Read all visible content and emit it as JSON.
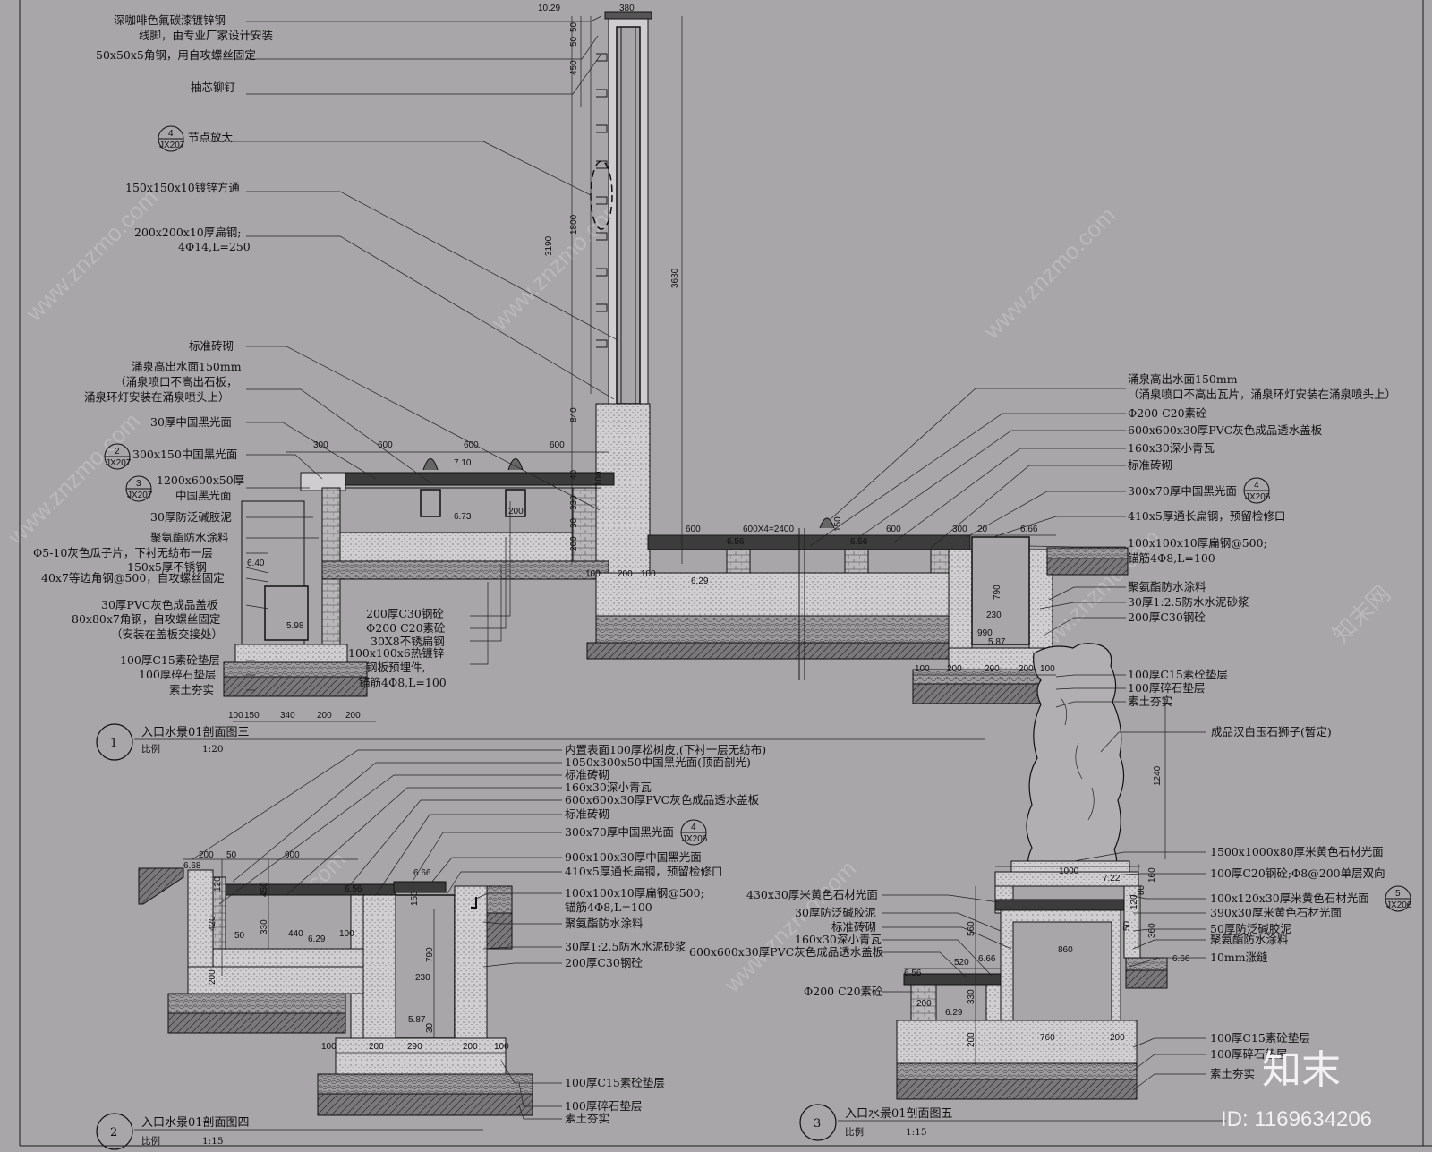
{
  "drawing": {
    "background": "#a8a6a8",
    "line_color": "#1a1a1a",
    "section1": {
      "number": "1",
      "title": "入口水景01剖面图三",
      "scale_label": "比例",
      "scale": "1:20",
      "left_labels": [
        "深咖啡色氟碳漆镀锌钢",
        "线脚，由专业厂家设计安装",
        "50x50x5角钢，用自攻螺丝固定",
        "抽芯铆钉",
        "节点放大",
        "150x150x10镀锌方通",
        "200x200x10厚扁钢;",
        "4Φ14,L=250",
        "标准砖砌",
        "涌泉高出水面150mm",
        "（涌泉喷口不高出石板，",
        "涌泉环灯安装在涌泉喷头上）",
        "30厚中国黑光面",
        "300x150中国黑光面",
        "1200x600x50厚",
        "中国黑光面",
        "30厚防泛碱胶泥",
        "聚氨酯防水涂料",
        "Φ5-10灰色瓜子片，下衬无纺布一层",
        "150x5厚不锈钢",
        "40x7等边角钢@500，自攻螺丝固定",
        "30厚PVC灰色成品盖板",
        "80x80x7角钢，自攻螺丝固定",
        "（安装在盖板交接处）",
        "100厚C15素砼垫层",
        "100厚碎石垫层",
        "素土夯实"
      ],
      "center_labels": [
        "200厚C30钢砼",
        "Φ200 C20素砼",
        "30X8不锈扁钢",
        "100x100x6热镀锌",
        "钢板预埋件,",
        "锚筋4Φ8,L=100"
      ],
      "right_labels": [
        "涌泉高出水面150mm",
        "（涌泉喷口不高出瓦片，涌泉环灯安装在涌泉喷头上）",
        "Φ200 C20素砼",
        "600x600x30厚PVC灰色成品透水盖板",
        "160x30深小青瓦",
        "标准砖砌",
        "300x70厚中国黑光面",
        "410x5厚通长扁钢，预留检修口",
        "100x100x10厚扁钢@500;",
        "锚筋4Φ8,L=100",
        "聚氨酯防水涂料",
        "30厚1:2.5防水水泥砂浆",
        "200厚C30钢砼",
        "100厚C15素砼垫层",
        "100厚碎石垫层",
        "素土夯实",
        "成品汉白玉石狮子(暂定)"
      ],
      "detail_tags": [
        {
          "num": "4",
          "ref": "JX207"
        },
        {
          "num": "2",
          "ref": "JX207"
        },
        {
          "num": "3",
          "ref": "JX207"
        },
        {
          "num": "4",
          "ref": "JX206"
        }
      ],
      "elevations": [
        "10.29",
        "7.10",
        "6.73",
        "6.40",
        "5.98",
        "6.56",
        "6.56",
        "6.29",
        "6.66",
        "5.87"
      ],
      "dimensions_top": [
        "380",
        "50",
        "50",
        "450",
        "1800",
        "3190",
        "3630",
        "840",
        "1100",
        "40",
        "330",
        "30",
        "200"
      ],
      "dimensions_plan": [
        "300",
        "600",
        "600",
        "600",
        "200",
        "600",
        "600X4=2400",
        "600",
        "300",
        "20",
        "150"
      ],
      "dimensions_base": [
        "100",
        "150",
        "340",
        "200",
        "200",
        "100",
        "200",
        "100",
        "100",
        "200",
        "290",
        "200",
        "100",
        "990",
        "230",
        "790",
        "1240"
      ]
    },
    "section2": {
      "number": "2",
      "title": "入口水景01剖面图四",
      "scale_label": "比例",
      "scale": "1:15",
      "labels": [
        "内置表面100厚松树皮,(下衬一层无纺布)",
        "1050x300x50中国黑光面(顶面剖光)",
        "标准砖砌",
        "160x30深小青瓦",
        "600x600x30厚PVC灰色成品透水盖板",
        "标准砖砌",
        "300x70厚中国黑光面",
        "900x100x30厚中国黑光面",
        "410x5厚通长扁钢，预留检修口",
        "100x100x10厚扁钢@500;",
        "锚筋4Φ8,L=100",
        "聚氨酯防水涂料",
        "30厚1:2.5防水水泥砂浆",
        "200厚C30钢砼",
        "100厚C15素砼垫层",
        "100厚碎石垫层",
        "素土夯实"
      ],
      "detail_tag": {
        "num": "4",
        "ref": "JX206"
      },
      "elevations": [
        "6.68",
        "6.56",
        "6.66",
        "6.29",
        "5.87"
      ],
      "dimensions": [
        "200",
        "50",
        "900",
        "450",
        "120",
        "420",
        "330",
        "50",
        "440",
        "100",
        "150",
        "200",
        "790",
        "230",
        "30",
        "100",
        "200",
        "290",
        "200",
        "100"
      ]
    },
    "section3": {
      "number": "3",
      "title": "入口水景01剖面图五",
      "scale_label": "比例",
      "scale": "1:15",
      "left_labels": [
        "430x30厚米黄色石材光面",
        "30厚防泛碱胶泥",
        "标准砖砌",
        "160x30深小青瓦",
        "600x600x30厚PVC灰色成品透水盖板",
        "Φ200 C20素砼"
      ],
      "right_labels": [
        "1500x1000x80厚米黄色石材光面",
        "100厚C20钢砼;Φ8@200单层双向",
        "100x120x30厚米黄色石材光面",
        "390x30厚米黄色石材光面",
        "50厚防泛碱胶泥",
        "聚氨酯防水涂料",
        "10mm涨缝",
        "100厚C15素砼垫层",
        "100厚碎石垫层",
        "素土夯实"
      ],
      "detail_tag": {
        "num": "5",
        "ref": "JX206"
      },
      "elevations": [
        "7.22",
        "6.56",
        "6.66",
        "6.29",
        "6.66"
      ],
      "dimensions": [
        "1000",
        "160",
        "120",
        "80",
        "560",
        "860",
        "360",
        "520",
        "200",
        "330",
        "760",
        "200",
        "200",
        "50"
      ]
    }
  },
  "watermark": {
    "site": "www.znzmo.com",
    "cn": "知末网",
    "brand": "知末",
    "image_id": "ID: 1169634206"
  }
}
